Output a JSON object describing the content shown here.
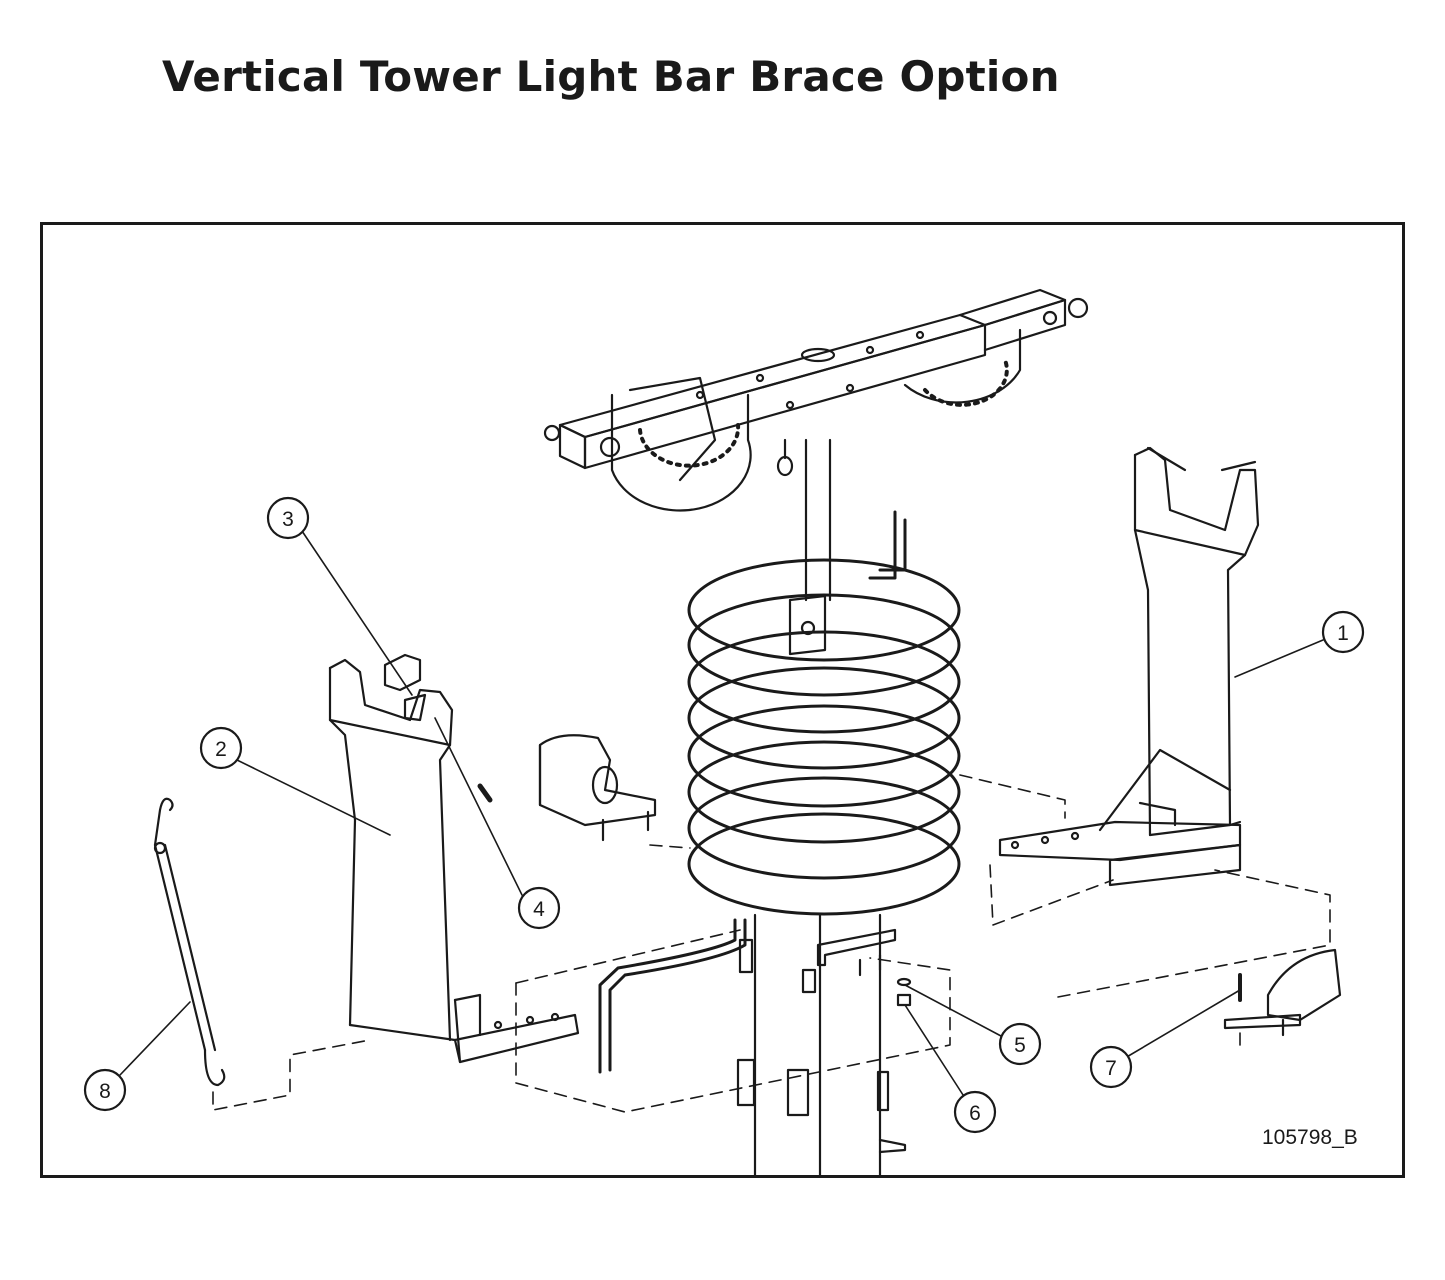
{
  "title": "Vertical Tower Light Bar Brace Option",
  "drawing_number": "105798_B",
  "callouts": [
    {
      "id": "callout-1",
      "label": "1"
    },
    {
      "id": "callout-2",
      "label": "2"
    },
    {
      "id": "callout-3",
      "label": "3"
    },
    {
      "id": "callout-4",
      "label": "4"
    },
    {
      "id": "callout-5",
      "label": "5"
    },
    {
      "id": "callout-6",
      "label": "6"
    },
    {
      "id": "callout-7",
      "label": "7"
    },
    {
      "id": "callout-8",
      "label": "8"
    }
  ],
  "colors": {
    "line": "#1a1a1a",
    "background": "#ffffff"
  }
}
